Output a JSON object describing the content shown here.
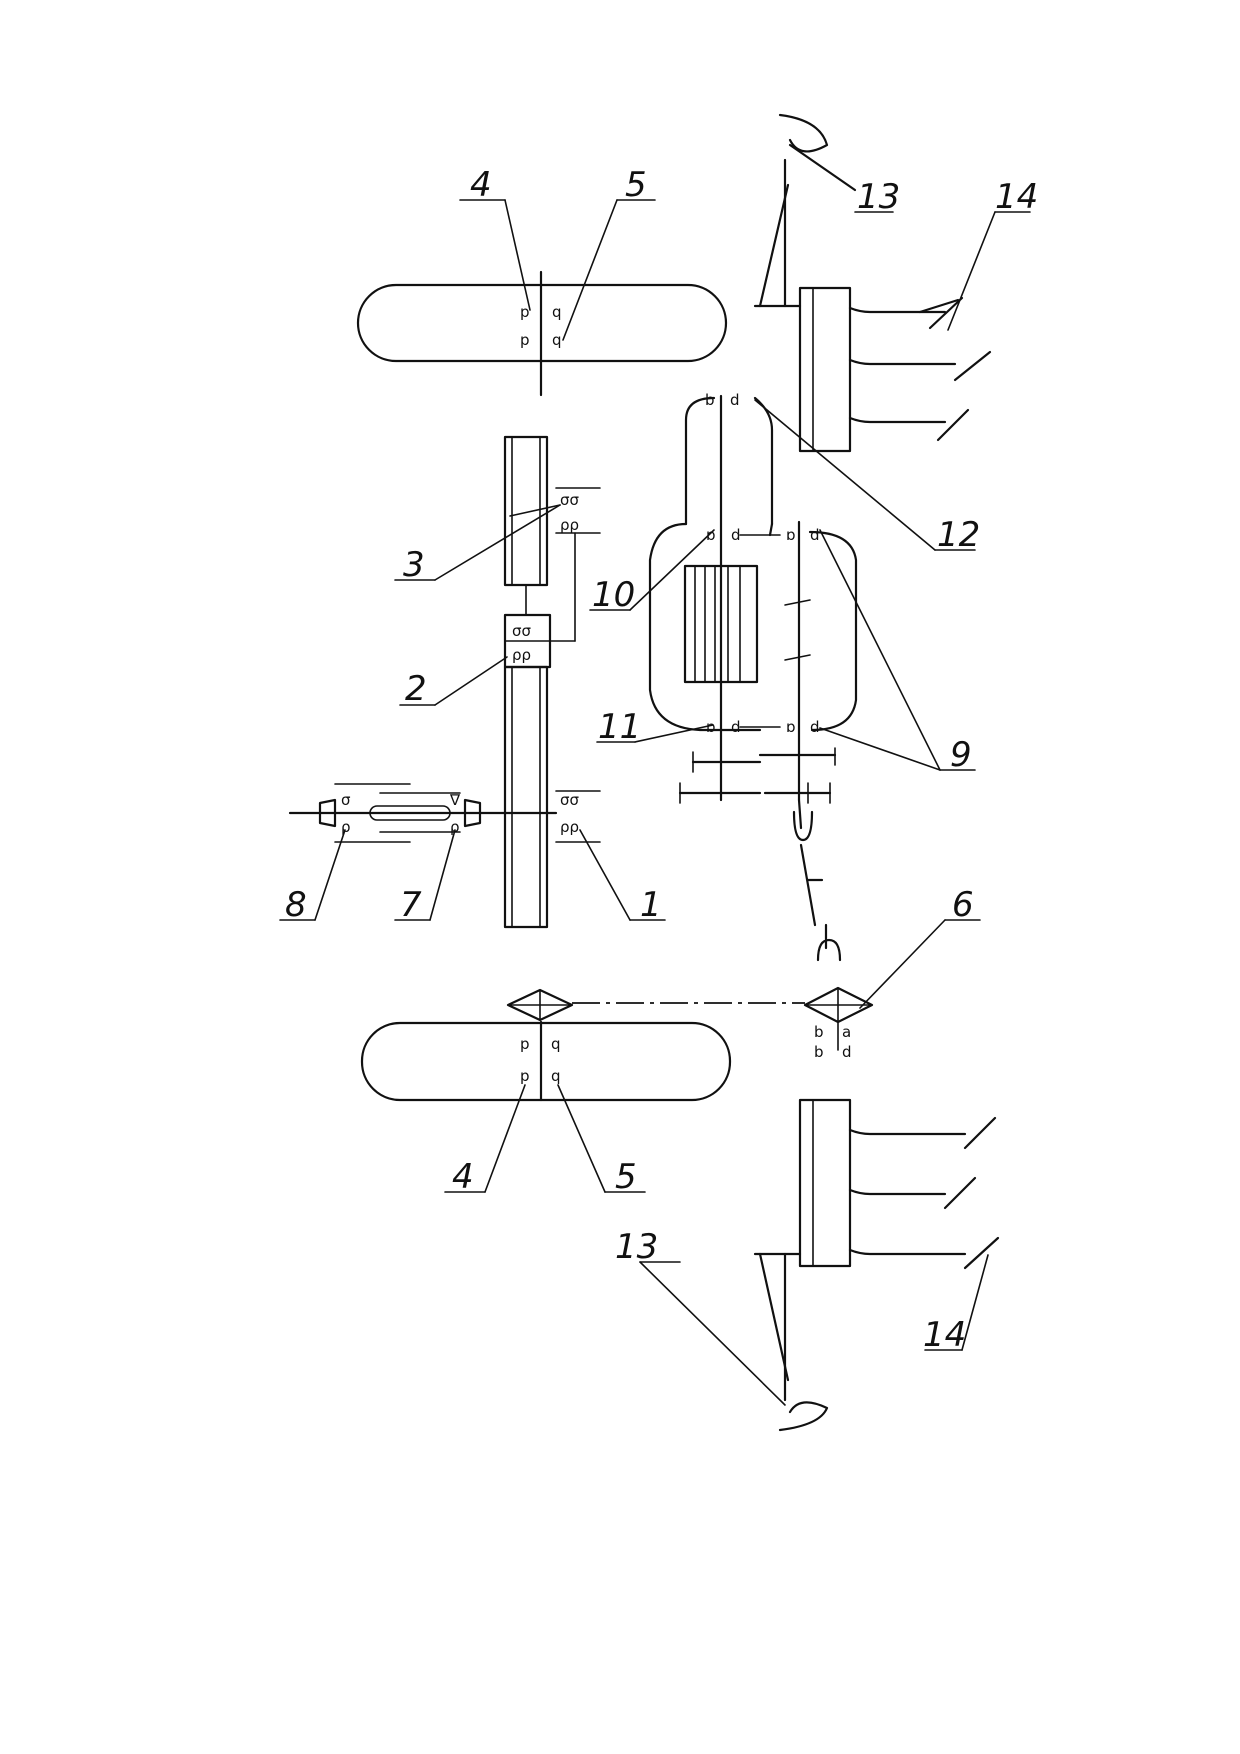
{
  "diagram": {
    "callouts": [
      {
        "id": "label-4-top",
        "text": "4"
      },
      {
        "id": "label-5-top",
        "text": "5"
      },
      {
        "id": "label-13-top",
        "text": "13"
      },
      {
        "id": "label-14-top",
        "text": "14"
      },
      {
        "id": "label-3",
        "text": "3"
      },
      {
        "id": "label-12",
        "text": "12"
      },
      {
        "id": "label-10",
        "text": "10"
      },
      {
        "id": "label-2",
        "text": "2"
      },
      {
        "id": "label-11",
        "text": "11"
      },
      {
        "id": "label-9",
        "text": "9"
      },
      {
        "id": "label-8",
        "text": "8"
      },
      {
        "id": "label-7",
        "text": "7"
      },
      {
        "id": "label-1",
        "text": "1"
      },
      {
        "id": "label-6",
        "text": "6"
      },
      {
        "id": "label-4-bottom",
        "text": "4"
      },
      {
        "id": "label-5-bottom",
        "text": "5"
      },
      {
        "id": "label-13-bottom",
        "text": "13"
      },
      {
        "id": "label-14-bottom",
        "text": "14"
      }
    ]
  }
}
